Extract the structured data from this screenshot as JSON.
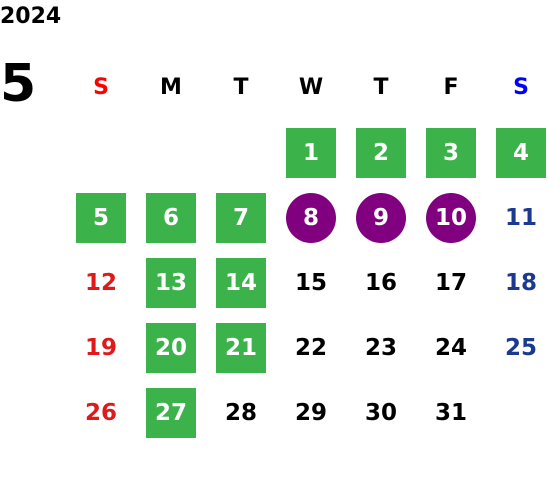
{
  "calendar": {
    "year": "2024",
    "month": "5",
    "weekdays": [
      {
        "label": "S",
        "color": "#ff0000"
      },
      {
        "label": "M",
        "color": "#000000"
      },
      {
        "label": "T",
        "color": "#000000"
      },
      {
        "label": "W",
        "color": "#000000"
      },
      {
        "label": "T",
        "color": "#000000"
      },
      {
        "label": "F",
        "color": "#000000"
      },
      {
        "label": "S",
        "color": "#0000ff"
      }
    ],
    "first_weekday_index": 3,
    "days_in_month": 31,
    "colors": {
      "green_highlight": "#3cb34a",
      "purple_highlight": "#800080",
      "sunday_text": "#e0191b",
      "saturday_text": "#1a3a8f"
    },
    "green_days": [
      1,
      2,
      3,
      4,
      5,
      6,
      7,
      13,
      14,
      20,
      21,
      27
    ],
    "purple_days": [
      8,
      9,
      10
    ]
  }
}
